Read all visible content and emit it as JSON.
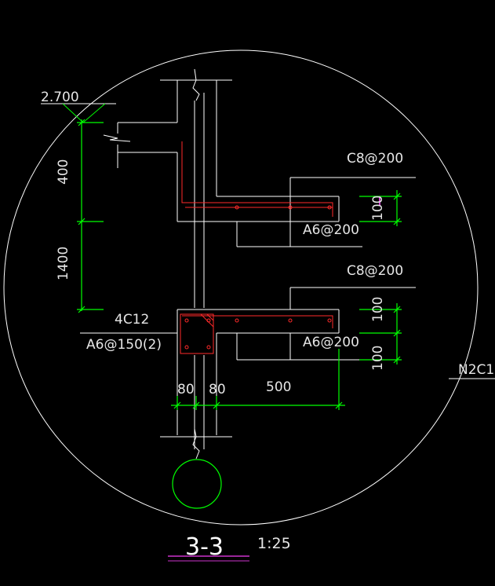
{
  "drawing": {
    "section_title": "3-3",
    "scale": "1:25",
    "elevation": "2.700",
    "dimensions": {
      "upper_height": "400",
      "lower_height": "1400",
      "upper_ledge_thickness": "100",
      "lower_ledge_thickness_top": "100",
      "lower_ledge_thickness_bottom": "100",
      "column_left_width": "80",
      "column_right_width": "80",
      "ledge_length": "500"
    },
    "rebar_labels": {
      "upper_top": "C8@200",
      "upper_distribution": "A6@200",
      "lower_top": "C8@200",
      "lower_distribution": "A6@200",
      "corner_bars": "4C12",
      "stirrups": "A6@150(2)",
      "side_note": "N2C1"
    },
    "colors": {
      "background": "#000000",
      "linework": "#ffffff",
      "dimension": "#00ff00",
      "rebar": "#ff2a2a",
      "title_underline": "#cc33cc"
    }
  }
}
